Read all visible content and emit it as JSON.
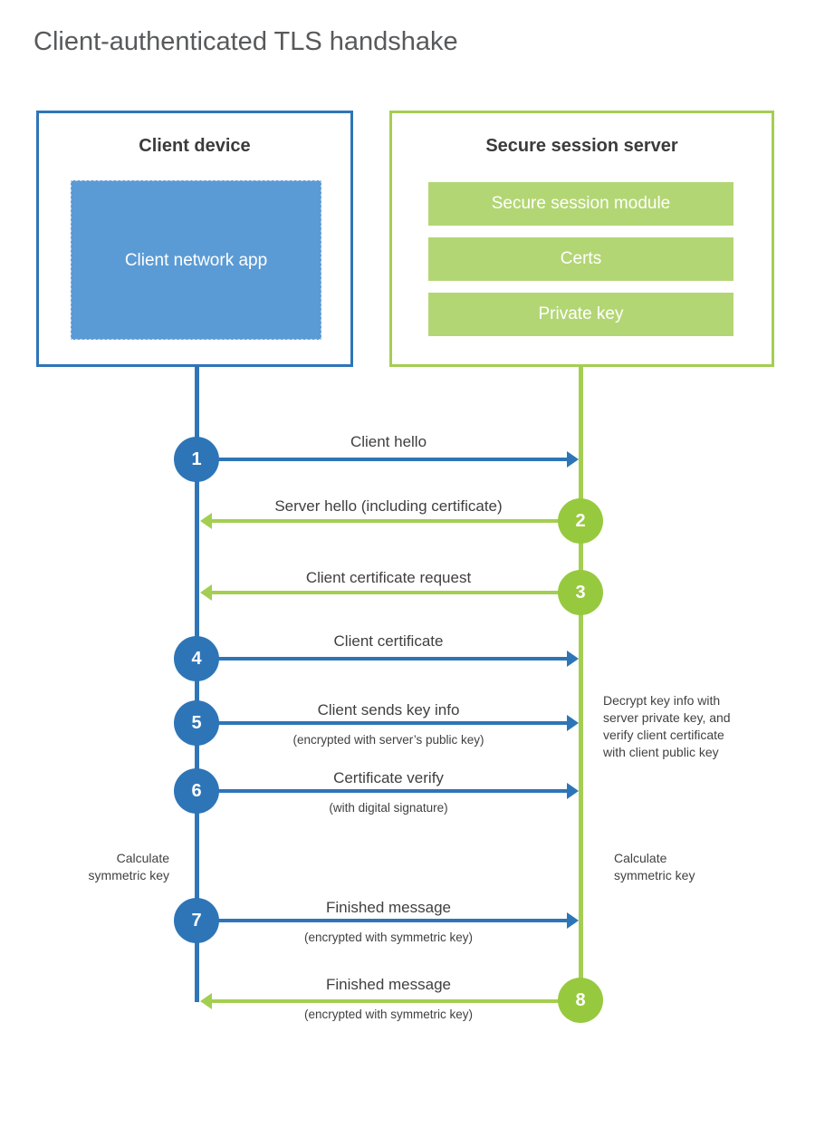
{
  "title": "Client-authenticated TLS handshake",
  "client_box": {
    "title": "Client device",
    "app_label": "Client network app"
  },
  "server_box": {
    "title": "Secure session server",
    "modules": [
      "Secure session module",
      "Certs",
      "Private key"
    ]
  },
  "steps": [
    {
      "num": "1",
      "label": "Client hello",
      "direction": "client-to-server"
    },
    {
      "num": "2",
      "label": "Server hello (including certificate)",
      "direction": "server-to-client"
    },
    {
      "num": "3",
      "label": "Client certificate request",
      "direction": "server-to-client"
    },
    {
      "num": "4",
      "label": "Client certificate",
      "direction": "client-to-server"
    },
    {
      "num": "5",
      "label": "Client sends key info",
      "sub": "(encrypted with server’s public key)",
      "direction": "client-to-server"
    },
    {
      "num": "6",
      "label": "Certificate verify",
      "sub": "(with digital signature)",
      "direction": "client-to-server"
    },
    {
      "num": "7",
      "label": "Finished message",
      "sub": "(encrypted with symmetric key)",
      "direction": "client-to-server"
    },
    {
      "num": "8",
      "label": "Finished message",
      "sub": "(encrypted with symmetric key)",
      "direction": "server-to-client"
    }
  ],
  "annotations": {
    "decrypt_note": "Decrypt key info with server private key, and verify client certificate with client public key",
    "calc_left": "Calculate symmetric key",
    "calc_right": "Calculate symmetric key"
  },
  "colors": {
    "blue": "#2E75B8",
    "blue_fill": "#5B9BD5",
    "green": "#A4CE51",
    "green_circle": "#97C93E",
    "green_fill": "#B3D674"
  }
}
